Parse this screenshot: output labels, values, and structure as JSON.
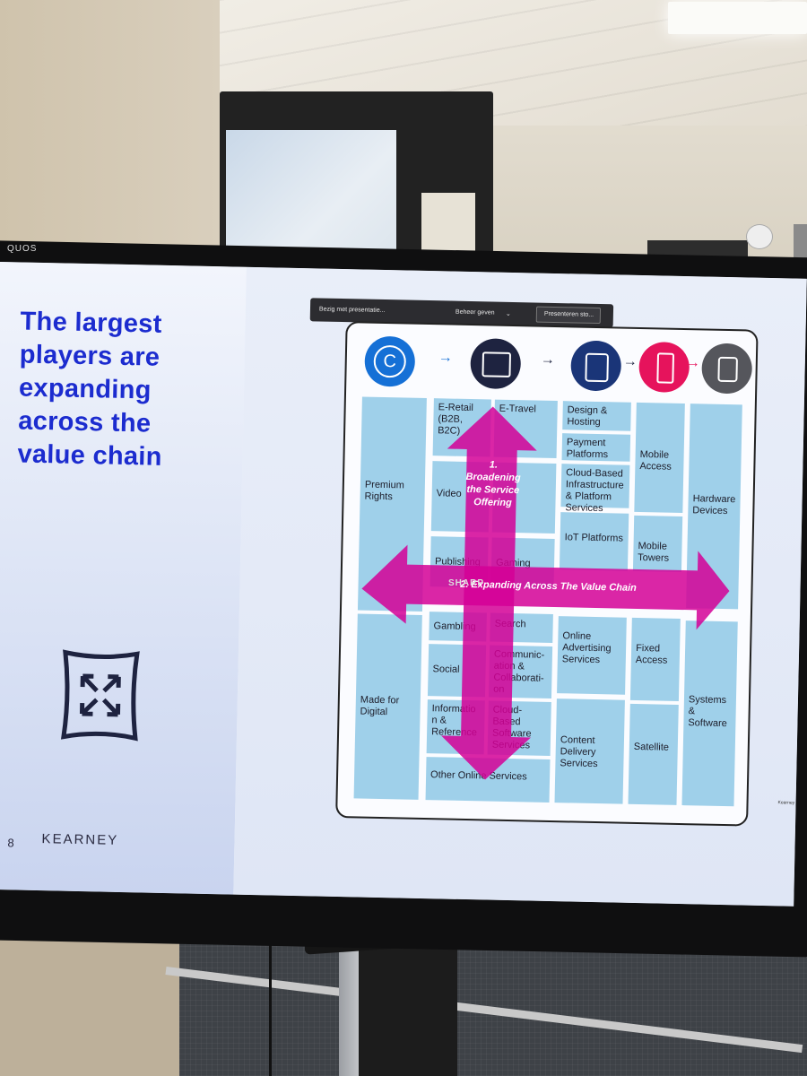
{
  "tv": {
    "brand_partial": "QUOS",
    "manufacturer": "SHARP"
  },
  "presenter_bar": {
    "status": "Bezig met presentatie...",
    "manage_label": "Beheer geven",
    "present_button": "Presenteren sto..."
  },
  "slide": {
    "headline_lines": [
      "The largest",
      "players are",
      "expanding",
      "across the",
      "value chain"
    ],
    "page_number": "8",
    "brand": "KEARNEY",
    "footer_small": "Kearney",
    "colors": {
      "headline": "#1c2ccf",
      "arrows": "#d40096",
      "cells": "#9fd0ea"
    },
    "icons": [
      "copyright-icon",
      "browser-window-icon",
      "cloud-device-icon",
      "smartphone-icon",
      "smartwatch-icon"
    ],
    "arrows": {
      "vertical": [
        "1.",
        "Broadening",
        "the Service",
        "Offering"
      ],
      "horizontal": "2. Expanding Across The Value Chain"
    },
    "columns": {
      "rights": [
        "Premium Rights",
        "Made for Digital"
      ],
      "services": [
        "E-Retail (B2B, B2C)",
        "E-Travel",
        "Video",
        "Publishing",
        "Gaming",
        "Gambling",
        "Search",
        "Social",
        "Communic-ation & Collaborati-on",
        "Informatio n & Reference",
        "Cloud-Based Software Services",
        "Other Online Services"
      ],
      "infrastructure": [
        "Design & Hosting",
        "Payment Platforms",
        "Cloud-Based Infrastructure & Platform Services",
        "IoT Platforms",
        "Online Advertising Services",
        "Content Delivery Services"
      ],
      "connectivity": [
        "Mobile Access",
        "Mobile Towers",
        "Fixed Access",
        "Satellite"
      ],
      "devices": [
        "Hardware Devices",
        "Systems & Software"
      ]
    }
  }
}
